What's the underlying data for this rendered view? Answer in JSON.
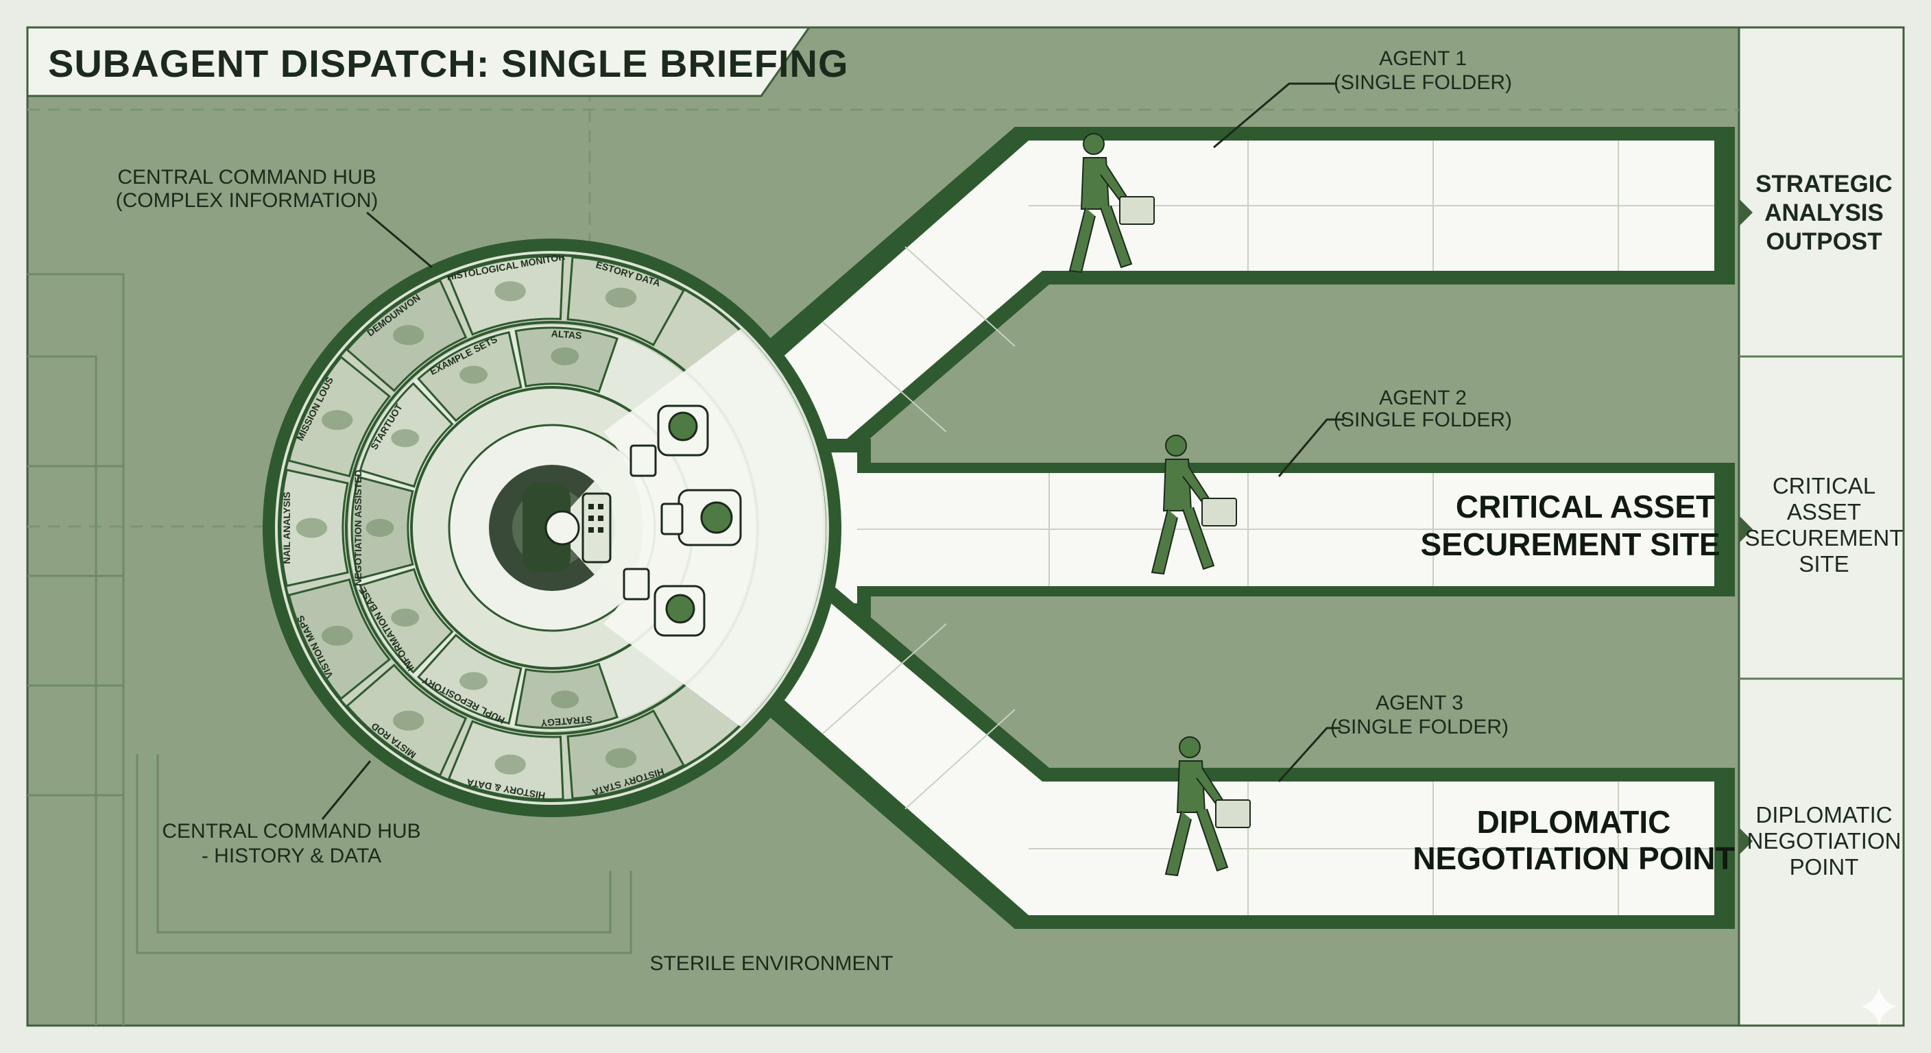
{
  "title": "SUBAGENT DISPATCH: SINGLE BRIEFING",
  "hub_callout_top": [
    "CENTRAL COMMAND HUB",
    "(COMPLEX INFORMATION)"
  ],
  "hub_callout_bottom": [
    "CENTRAL COMMAND HUB",
    "- HISTORY & DATA"
  ],
  "environment_label": "STERILE ENVIRONMENT",
  "agents": [
    {
      "name": "AGENT 1",
      "note": "(SINGLE FOLDER)"
    },
    {
      "name": "AGENT 2",
      "note": "(SINGLE FOLDER)"
    },
    {
      "name": "AGENT 3",
      "note": "(SINGLE FOLDER)"
    }
  ],
  "corridor_labels": {
    "middle": [
      "CRITICAL ASSET",
      "SECUREMENT SITE"
    ],
    "bottom": [
      "DIPLOMATIC",
      "NEGOTIATION POINT"
    ]
  },
  "destinations": [
    {
      "lines": [
        "STRATEGIC",
        "ANALYSIS",
        "OUTPOST"
      ]
    },
    {
      "lines": [
        "CRITICAL",
        "ASSET",
        "SECUREMENT",
        "SITE"
      ]
    },
    {
      "lines": [
        "DIPLOMATIC",
        "NEGOTIATION",
        "POINT"
      ]
    }
  ],
  "hub_screens": {
    "outer": [
      "HISTORY STATA",
      "HISTORY & DATA",
      "MISTA ROD",
      "VISTION MAPS",
      "NAIL ANALYSIS",
      "MISSION LOUS",
      "DEMOUNVON",
      "HISTOLOGICAL MONITOR",
      "ESTORY DATA"
    ],
    "middle": [
      "STRATEGY",
      "HUPL REPOSITORY",
      "INFORMATION BASE",
      "NEGOTIATION ASSISTED",
      "STARTUOT",
      "EXAMPLE SETS",
      "ALTAS"
    ]
  },
  "colors": {
    "background": "#e9ede5",
    "floor_green": "#8ea183",
    "dark_green": "#2f5a2f",
    "mid_green": "#5d7d52",
    "corridor": "#f8f9f5",
    "figure": "#4f7a44"
  }
}
